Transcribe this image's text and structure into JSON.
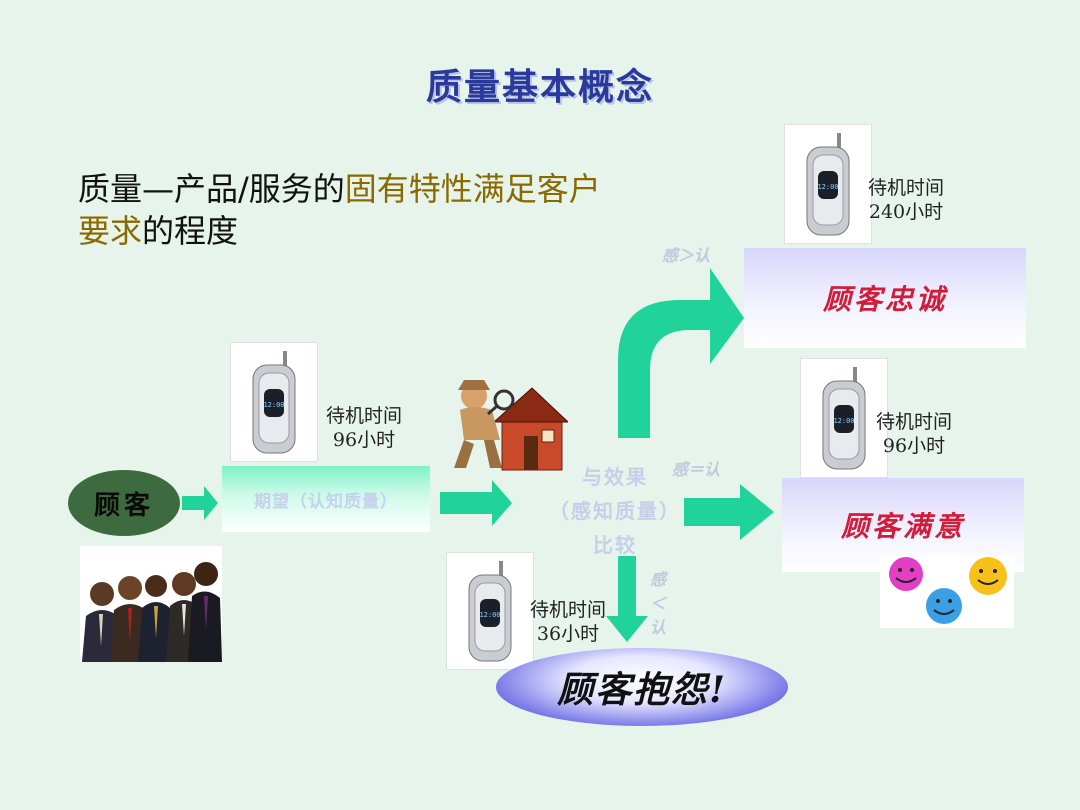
{
  "title": "质量基本概念",
  "definition": {
    "part1": "质量—产品/服务的",
    "highlight1": "固有特性满足客户",
    "highlight2": "要求",
    "part2": "的程度"
  },
  "customer_label": "顾客",
  "expectation_label": "期望（认知质量）",
  "comparison": {
    "line1": "与效果",
    "line2": "（感知质量）",
    "line3": "比较"
  },
  "phones": {
    "expected": {
      "line1": "待机时间",
      "line2": "96小时"
    },
    "loyal": {
      "line1": "待机时间",
      "line2": "240小时"
    },
    "satisfied": {
      "line1": "待机时间",
      "line2": "96小时"
    },
    "complaint": {
      "line1": "待机时间",
      "line2": "36小时"
    }
  },
  "relations": {
    "greater": "感＞认",
    "equal": "感＝认",
    "less": [
      "感",
      "＜",
      "认"
    ]
  },
  "outcomes": {
    "loyalty": "顾客忠诚",
    "satisfaction": "顾客满意",
    "complaint": "顾客抱怨!"
  },
  "colors": {
    "title": "#2a3a9a",
    "arrow_green": "#1fd39a",
    "outcome_text": "#d21c3a"
  }
}
